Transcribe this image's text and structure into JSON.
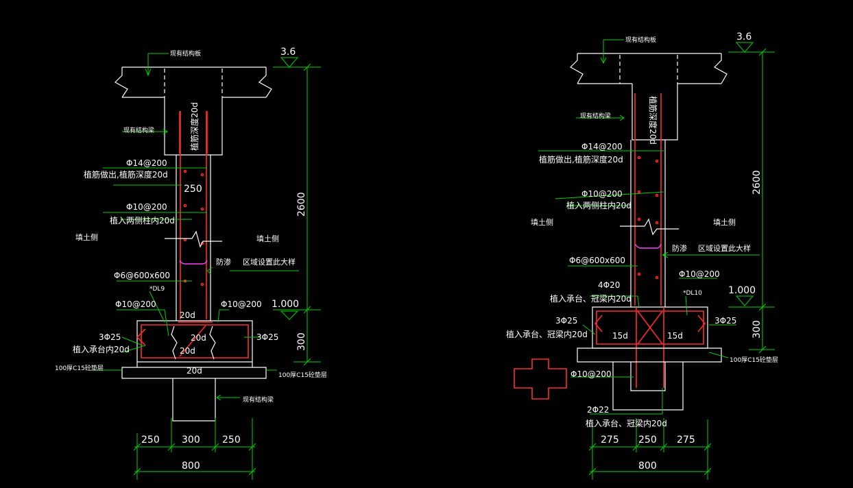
{
  "left": {
    "existing_slab": "现有结构板",
    "existing_beam": "现有结构梁",
    "elev_top": "3.6",
    "elev_mid": "1.000",
    "dim_2600": "2600",
    "dim_300": "300",
    "anchor_top": "植筋深度20d",
    "bar_14": "Φ14@200",
    "note_14": "植筋做出,植筋深度20d",
    "width_250": "250",
    "bar_10": "Φ10@200",
    "note_10": "植入两侧柱内20d",
    "soil_left": "填土侧",
    "soil_right": "填土侧",
    "waterproof": "防渗",
    "waterproof_note": "区域设置此大样",
    "bar_6": "Φ6@600x600",
    "dl": "*DL9",
    "bar_10_left": "Φ10@200",
    "bar_10_right": "Φ10@200",
    "d20_top": "20d",
    "d20_a": "20d",
    "d20_b": "20d",
    "d20_bottom": "20d",
    "bar_3_25_left": "3Φ25",
    "bar_3_25_right": "3Φ25",
    "note_cap": "植入承台内20d",
    "c15_left": "100厚C15砼垫层",
    "c15_right": "100厚C15砼垫层",
    "existing_beam_bottom": "现有结构梁",
    "dims_bottom": [
      "250",
      "300",
      "250"
    ],
    "dim_total": "800"
  },
  "right": {
    "existing_slab": "现有结构板",
    "existing_beam": "现有结构梁",
    "elev_top": "3.6",
    "elev_mid": "1.000",
    "dim_2600": "2600",
    "dim_300": "300",
    "anchor_top": "植筋深度20d",
    "bar_14": "Φ14@200",
    "note_14": "植筋做出,植筋深度20d",
    "bar_10": "Φ10@200",
    "note_10": "植入两侧柱内20d",
    "soil_left": "填土侧",
    "soil_right": "填土侧",
    "waterproof": "防渗",
    "waterproof_note": "区域设置此大样",
    "bar_6": "Φ6@600x600",
    "bar_10_mid": "Φ10@200",
    "bar_4_20": "4Φ20",
    "note_4_20": "植入承台、冠梁内20d",
    "dl": "*DL10",
    "bar_3_25_left": "3Φ25",
    "bar_3_25_right": "3Φ25",
    "note_cap": "植入承台、冠梁内20d",
    "d15_left": "15d",
    "d15_right": "15d",
    "c15": "100厚C15砼垫层",
    "bar_10_bottom": "Φ10@200",
    "bar_2_22": "2Φ22",
    "note_2_22": "植入承台、冠梁内20d",
    "dims_bottom": [
      "275",
      "250",
      "275"
    ],
    "dim_total": "800"
  },
  "colors": {
    "background": "#000000",
    "structure": "#ffffff",
    "dimension": "#00d200",
    "rebar": "#ff2a2a",
    "accent": "#ff40ff"
  }
}
